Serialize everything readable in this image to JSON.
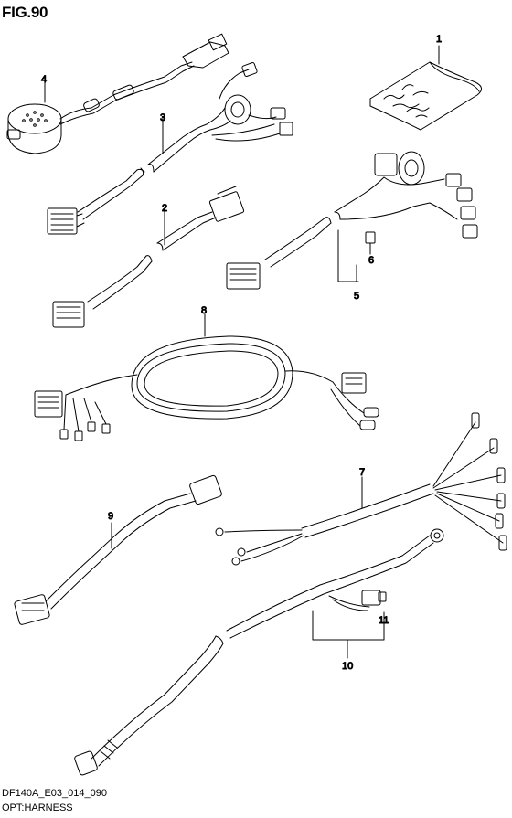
{
  "figure": {
    "title": "FIG.90"
  },
  "footer": {
    "code": "DF140A_E03_014_090",
    "caption": "OPT:HARNESS"
  },
  "callouts": [
    "1",
    "2",
    "3",
    "4",
    "5",
    "6",
    "7",
    "8",
    "9",
    "10",
    "11"
  ]
}
